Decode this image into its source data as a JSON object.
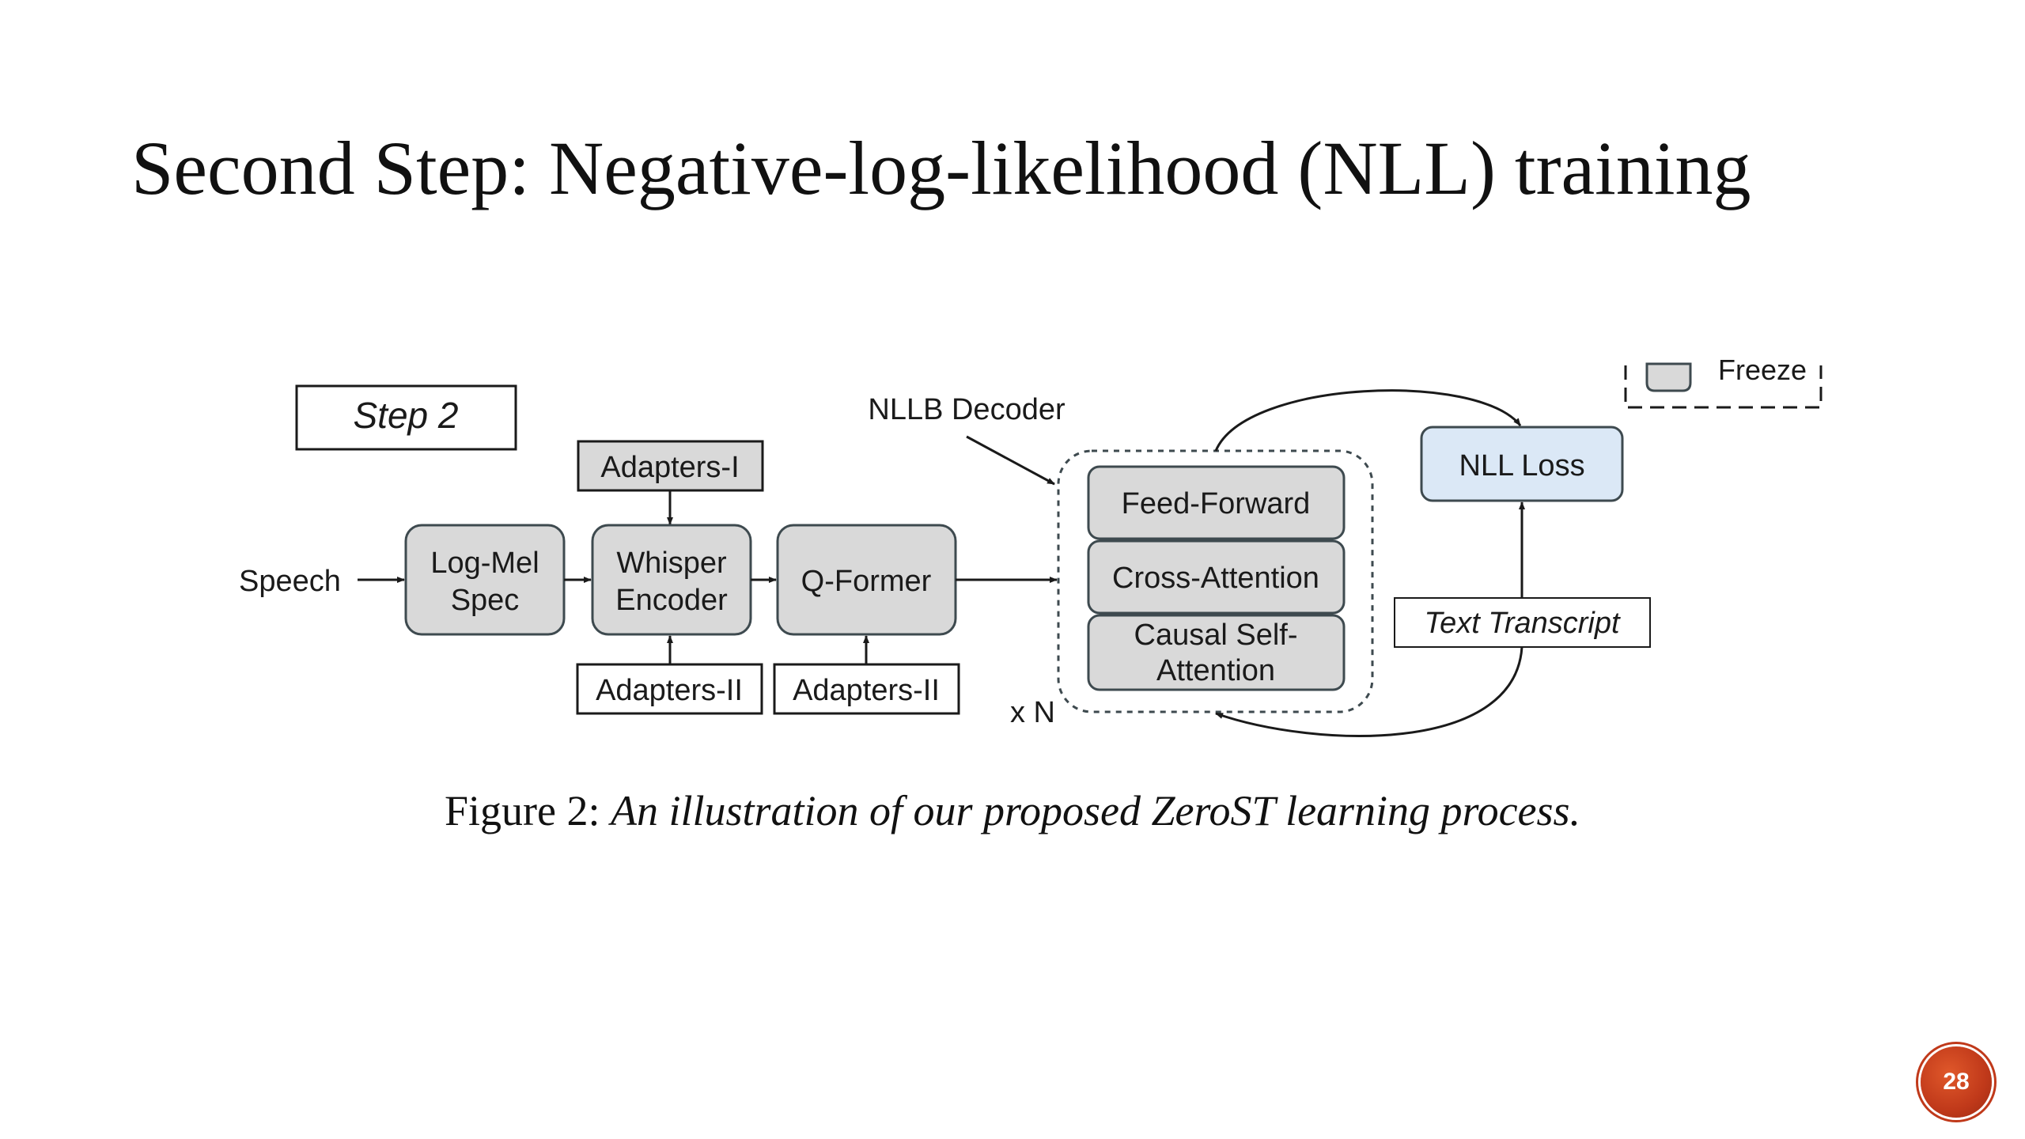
{
  "slide": {
    "title": "Second Step: Negative-log-likelihood (NLL) training",
    "page_number": "28"
  },
  "diagram": {
    "step_label": "Step 2",
    "legend_label": "Freeze",
    "speech_label": "Speech",
    "log_mel_line1": "Log-Mel",
    "log_mel_line2": "Spec",
    "whisper_line1": "Whisper",
    "whisper_line2": "Encoder",
    "qformer_label": "Q-Former",
    "adapters_top": "Adapters-I",
    "adapters_bottom_left": "Adapters-II",
    "adapters_bottom_right": "Adapters-II",
    "decoder_label": "NLLB Decoder",
    "feed_forward": "Feed-Forward",
    "cross_attention": "Cross-Attention",
    "causal_line1": "Causal Self-",
    "causal_line2": "Attention",
    "repeat_label": "x N",
    "nll_loss": "NLL Loss",
    "text_transcript": "Text Transcript",
    "colors": {
      "frozen_fill": "#d9d9d9",
      "loss_fill": "#dbe8f6",
      "block_stroke": "#3e4a4f"
    }
  },
  "caption": {
    "prefix": "Figure 2:",
    "body": "An illustration of our proposed ZeroST learning process."
  }
}
